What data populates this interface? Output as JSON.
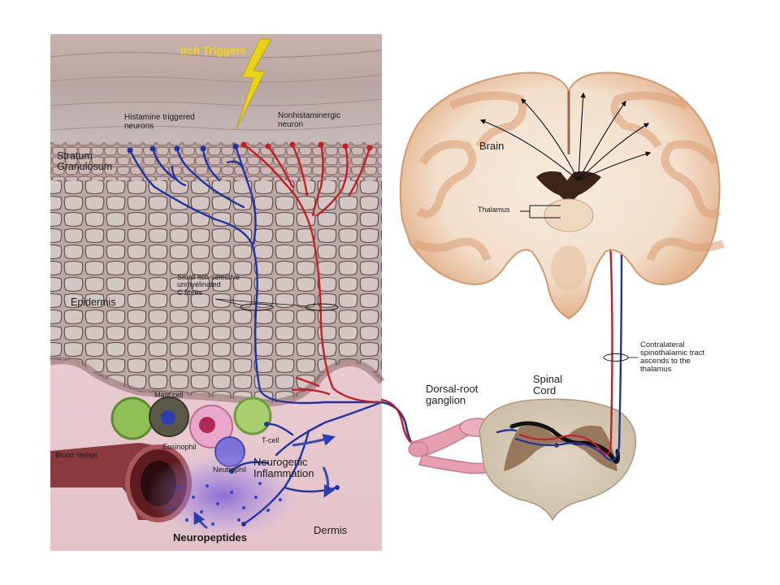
{
  "labels": {
    "itch_triggers": "Itch Triggers",
    "histamine_neurons_1": "Histamine triggered",
    "histamine_neurons_2": "neurons",
    "nonhistaminergic_1": "Nonhistaminergic",
    "nonhistaminergic_2": "neuron",
    "stratum_1": "Stratum",
    "stratum_2": "Granulosum",
    "c_fibres_1": "Small itch-selective",
    "c_fibres_2": "unmyelinated",
    "c_fibres_3": "C fibres",
    "epidermis": "Epidermis",
    "mast_cell": "Mast cell",
    "eosinophil": "Eosinophil",
    "t_cell": "T-cell",
    "neutrophil": "Neutrophil",
    "blood_vessel": "Blood Vessel",
    "neurogenic_1": "Neurogenic",
    "neurogenic_2": "Inflammation",
    "neuropeptides": "Neuropeptides",
    "dermis": "Dermis",
    "dorsal_root_1": "Dorsal-root",
    "dorsal_root_2": "ganglion",
    "spinal_1": "Spinal",
    "spinal_2": "Cord",
    "brain": "Brain",
    "thalamus": "Thalamus",
    "tract_1": "Contralateral",
    "tract_2": "spinothalamic tract",
    "tract_3": "ascends to the",
    "tract_4": "thalamus"
  },
  "colors": {
    "histamine_fiber": "#2233a0",
    "nonhistaminergic_fiber": "#c0202a",
    "trigger": "#e8d21a",
    "brain_tissue": "#e8b890",
    "white_matter": "#f6eede",
    "skin": "#c4b3b0",
    "dermis": "#e7c9ce"
  }
}
